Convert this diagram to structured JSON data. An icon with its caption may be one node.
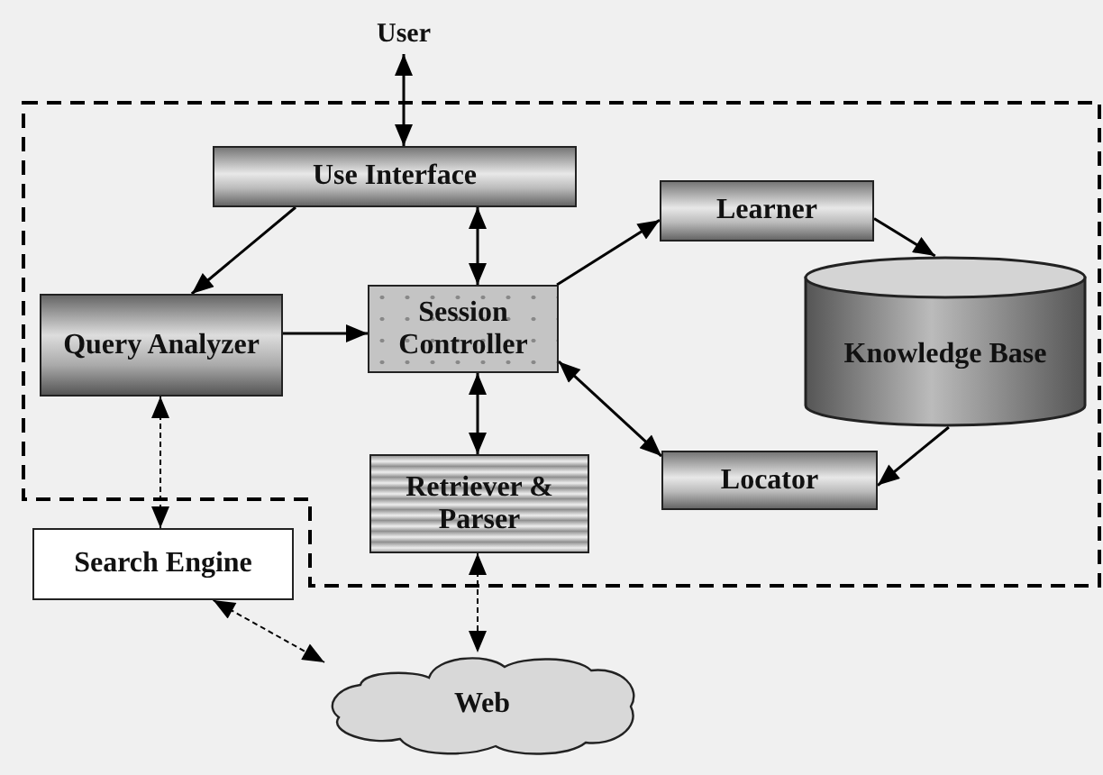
{
  "diagram": {
    "nodes": [
      {
        "text": [
          "User"
        ]
      },
      {
        "text": [
          "Use Interface"
        ]
      },
      {
        "text": [
          "Query Analyzer"
        ]
      },
      {
        "text": [
          "Session Controller"
        ]
      },
      {
        "text": [
          "Learner"
        ]
      },
      {
        "text": [
          "Knowledge Base"
        ]
      },
      {
        "text": [
          "Locator"
        ]
      },
      {
        "text": [
          "Retriever & Parser"
        ]
      },
      {
        "text": [
          "Search Engine"
        ]
      },
      {
        "text": [
          "Web"
        ]
      }
    ],
    "edges": [
      {
        "from": 0,
        "to": 1,
        "arrow": "both"
      },
      {
        "from": 1,
        "to": 2,
        "arrow": "to"
      },
      {
        "from": 1,
        "to": 3,
        "arrow": "both"
      },
      {
        "from": 2,
        "to": 3,
        "arrow": "to"
      },
      {
        "from": 3,
        "to": 4,
        "arrow": "to"
      },
      {
        "from": 4,
        "to": 5,
        "arrow": "to"
      },
      {
        "from": 5,
        "to": 6,
        "arrow": "to"
      },
      {
        "from": 3,
        "to": 6,
        "arrow": "both"
      },
      {
        "from": 3,
        "to": 7,
        "arrow": "both"
      },
      {
        "from": 2,
        "to": 8,
        "arrow": "both",
        "style": "dashed"
      },
      {
        "from": 7,
        "to": 9,
        "arrow": "both",
        "style": "dashed"
      },
      {
        "from": 8,
        "to": 9,
        "arrow": "both",
        "style": "dashed"
      }
    ]
  }
}
